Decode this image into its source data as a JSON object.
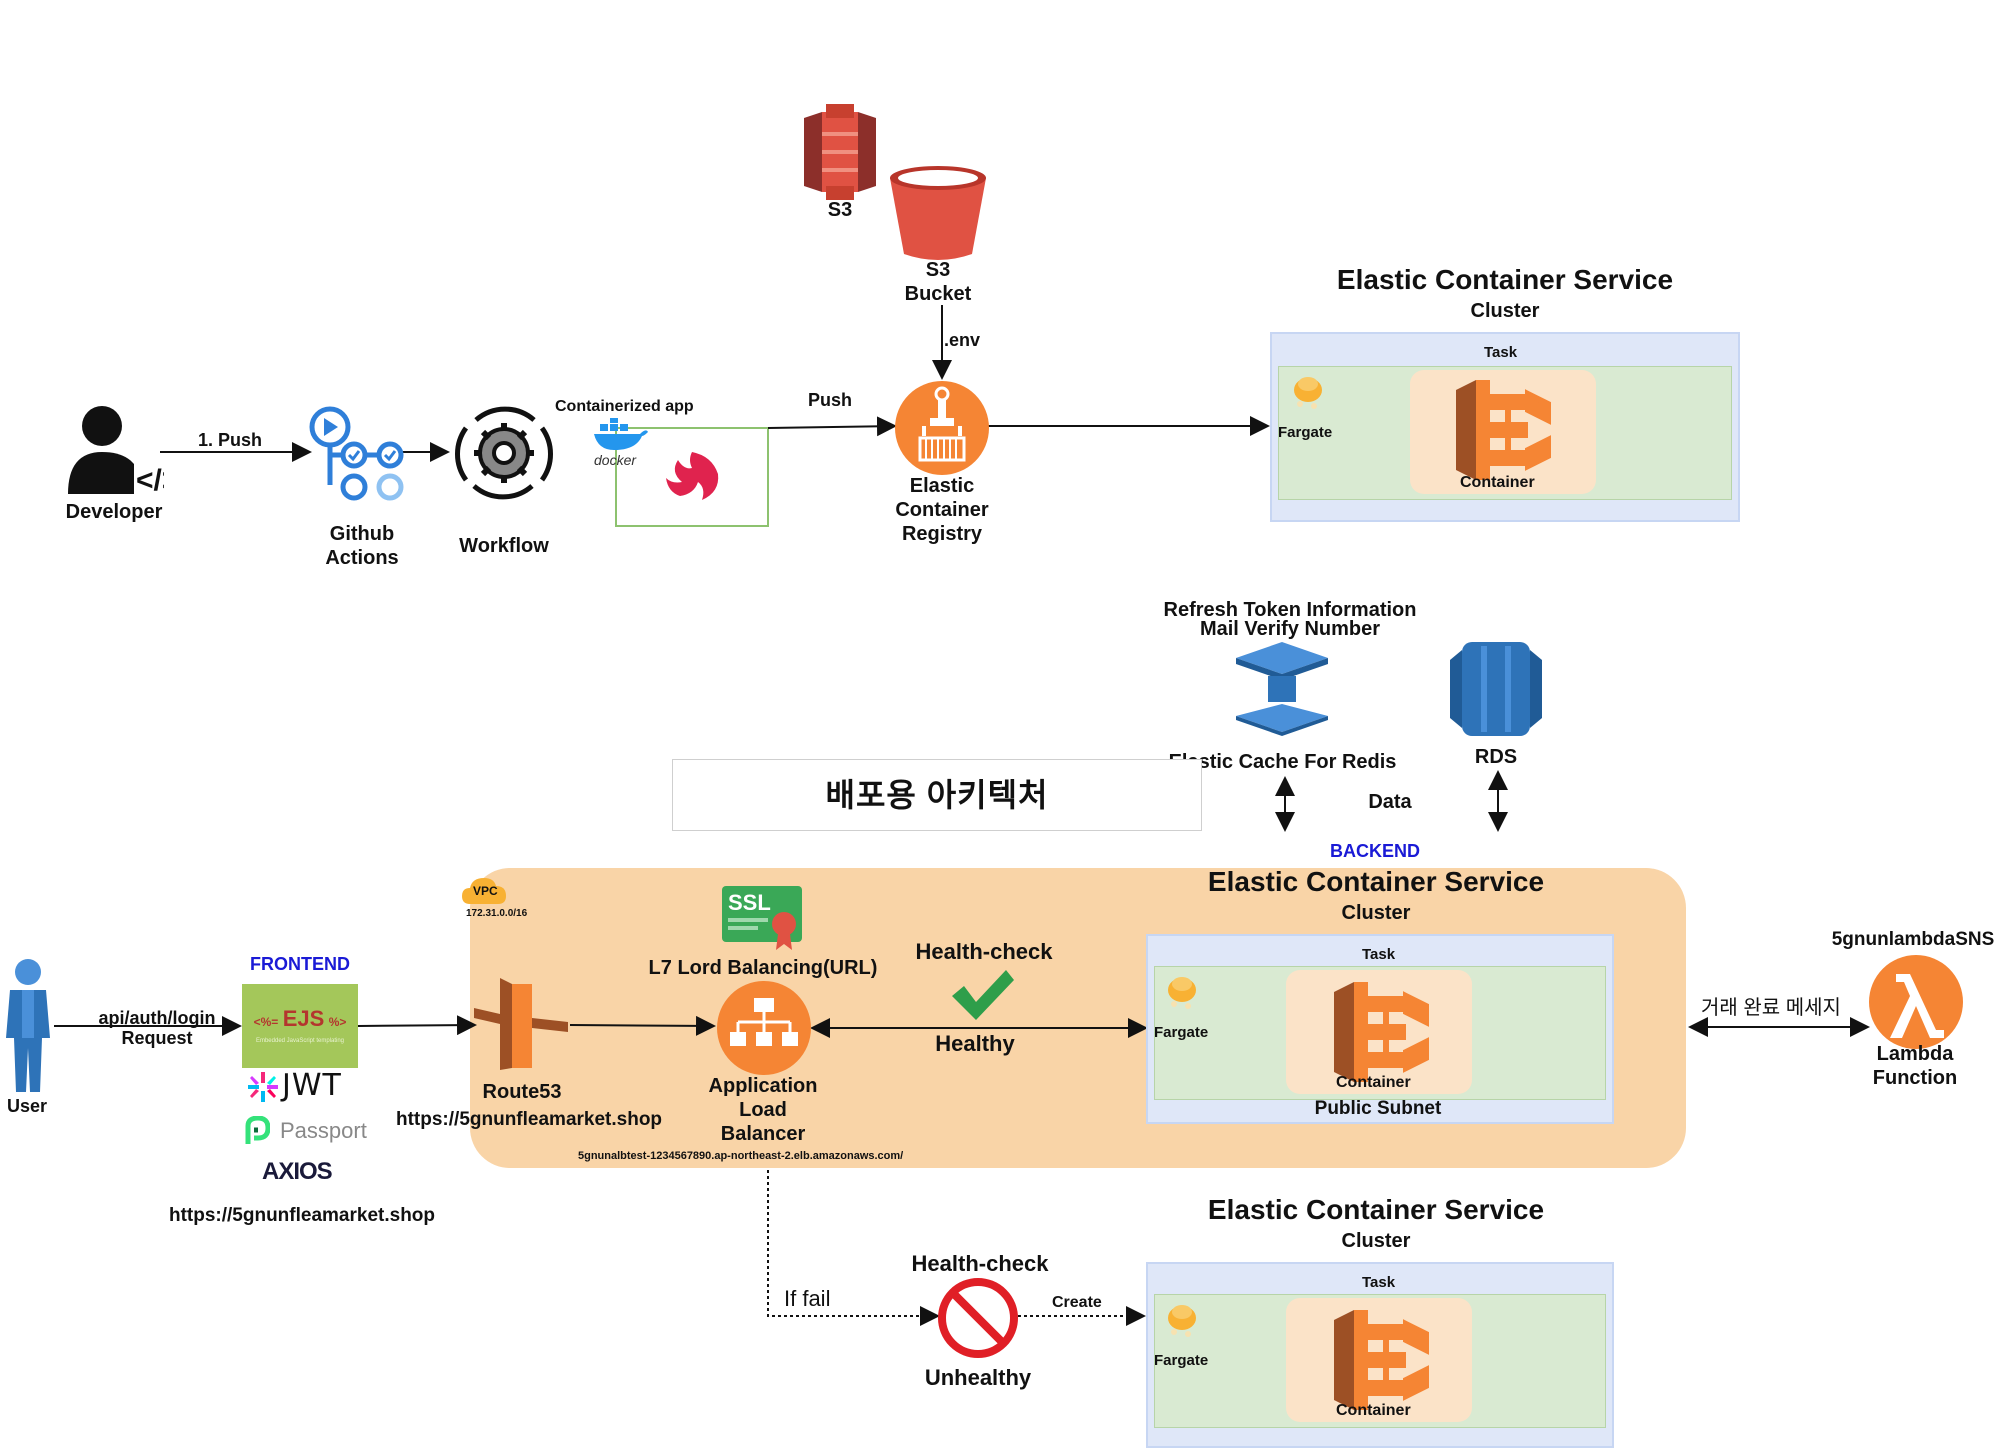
{
  "top": {
    "developer": "Developer",
    "push1": "1. Push",
    "github_actions_line1": "Github",
    "github_actions_line2": "Actions",
    "workflow": "Workflow",
    "containerized_app": "Containerized app",
    "docker": "docker",
    "push": "Push",
    "s3": "S3",
    "s3_bucket_line1": "S3",
    "s3_bucket_line2": "Bucket",
    "env": ".env",
    "ecr_line1": "Elastic",
    "ecr_line2": "Container",
    "ecr_line3": "Registry",
    "ecs_title": "Elastic Container Service",
    "ecs_cluster": "Cluster",
    "task": "Task",
    "fargate": "Fargate",
    "container": "Container"
  },
  "data_tier": {
    "refresh_token": "Refresh Token Information",
    "mail_verify": "Mail Verify Number",
    "redis": "Elastic Cache For Redis",
    "rds": "RDS",
    "data": "Data",
    "backend": "BACKEND"
  },
  "heading": "배포용 아키텍처",
  "vpc": {
    "badge": "VPC",
    "cidr": "172.31.0.0/16",
    "ssl": "SSL",
    "l7": "L7 Lord Balancing(URL)",
    "route53": "Route53",
    "route53_url": "https://5gnunfleamarket.shop",
    "alb_line1": "Application",
    "alb_line2": "Load",
    "alb_line3": "Balancer",
    "alb_dns": "5gnunalbtest-1234567890.ap-northeast-2.elb.amazonaws.com/",
    "health_check": "Health-check",
    "healthy": "Healthy",
    "ecs_title": "Elastic Container Service",
    "ecs_cluster": "Cluster",
    "task": "Task",
    "fargate": "Fargate",
    "container": "Container",
    "public_subnet": "Public Subnet"
  },
  "frontend": {
    "user": "User",
    "request_line1": "api/auth/login",
    "request_line2": "Request",
    "label": "FRONTEND",
    "ejs": "EJS",
    "ejs_open": "<%=",
    "ejs_close": "%>",
    "ejs_sub": "Embedded JavaScript templating",
    "jwt": "JWT",
    "passport": "Passport",
    "axios": "AXIOS",
    "url": "https://5gnunfleamarket.shop"
  },
  "lambda": {
    "sns": "5gnunlambdaSNS",
    "message": "거래 완료 메세지",
    "line1": "Lambda",
    "line2": "Function"
  },
  "failover": {
    "health_check": "Health-check",
    "if_fail": "If fail",
    "create": "Create",
    "unhealthy": "Unhealthy",
    "ecs_title": "Elastic Container Service",
    "ecs_cluster": "Cluster",
    "task": "Task",
    "fargate": "Fargate",
    "container": "Container"
  },
  "colors": {
    "aws_orange": "#f58534",
    "vpc_fill": "#f9d4a7",
    "cluster_fill": "#dfe7f8",
    "task_fill": "#d9ead2",
    "backend_blue": "#1a1ad6",
    "redis_blue": "#2e73b8",
    "s3_red": "#e05243",
    "check_green": "#2e9e4a",
    "stop_red": "#e01f26"
  }
}
